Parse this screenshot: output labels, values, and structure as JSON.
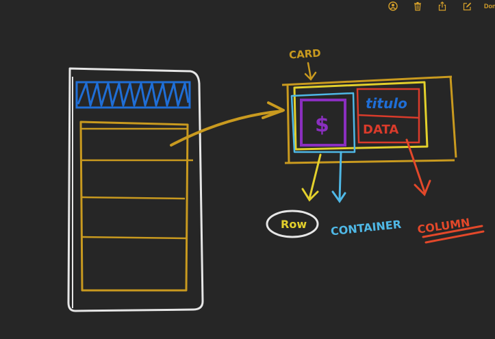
{
  "toolbar": {
    "done_label": "Don",
    "icons": [
      "share-person-icon",
      "trash-icon",
      "share-icon",
      "edit-icon"
    ],
    "accent": "#d7a12a"
  },
  "sketch": {
    "card_label": "CARD",
    "title_text": "titulo",
    "dollar_text": "$",
    "data_text": "DATA",
    "row_label": "Row",
    "container_label": "CONTAINER",
    "column_label": "COLUMN"
  },
  "colors": {
    "background": "#262626",
    "gold": "#c99a1f",
    "yellow": "#e3d02c",
    "blue": "#1f6ed6",
    "cyan": "#4fb8e6",
    "purple": "#8a2fbf",
    "red": "#d93b2b",
    "white": "#e8e8e8",
    "orange": "#e3482a"
  }
}
